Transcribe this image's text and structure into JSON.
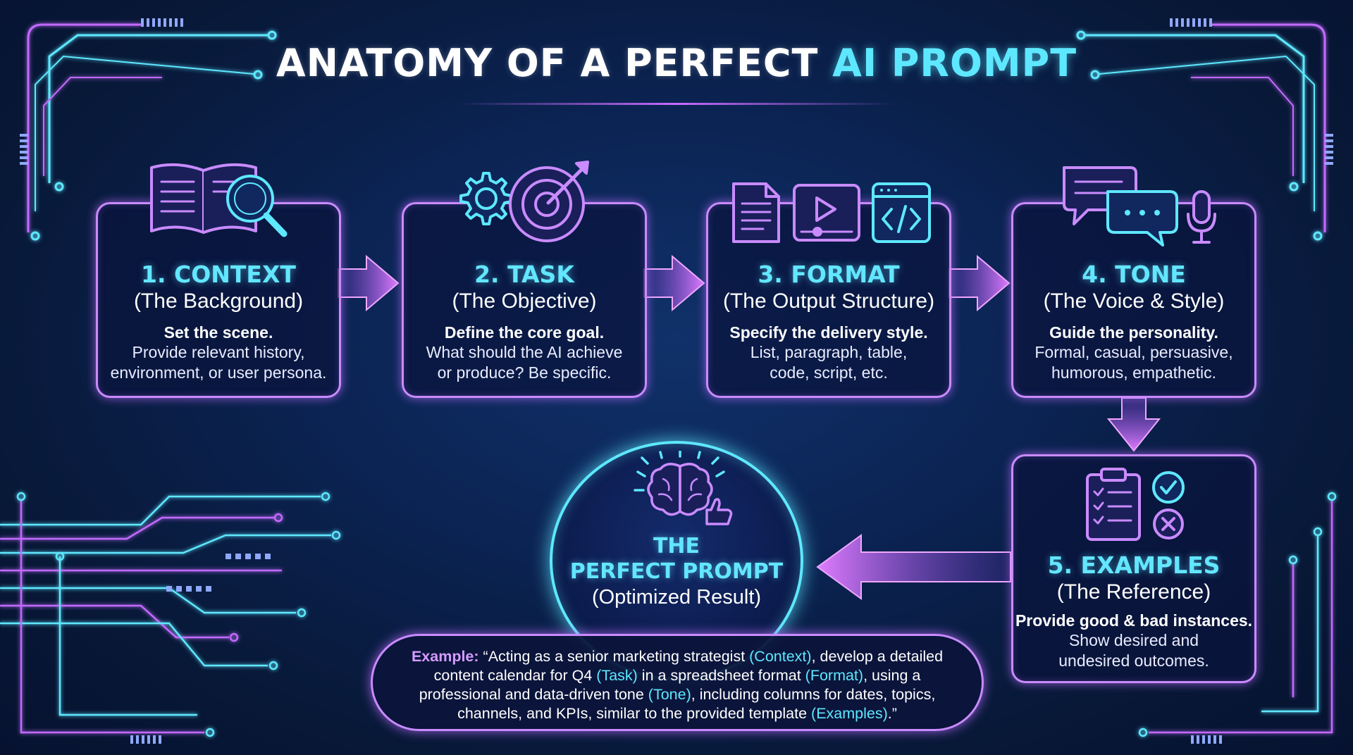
{
  "title": {
    "main": "ANATOMY OF A PERFECT ",
    "highlight": "AI PROMPT"
  },
  "steps": [
    {
      "title": "1. CONTEXT",
      "subtitle": "(The Background)",
      "lead": "Set the scene.",
      "desc1": "Provide relevant history,",
      "desc2": "environment, or user persona.",
      "icon": "book-magnifier-icon"
    },
    {
      "title": "2. TASK",
      "subtitle": "(The Objective)",
      "lead": "Define the core goal.",
      "desc1": "What should the AI achieve",
      "desc2": "or produce? Be specific.",
      "icon": "gear-target-icon"
    },
    {
      "title": "3. FORMAT",
      "subtitle": "(The Output Structure)",
      "lead": "Specify the delivery style.",
      "desc1": "List, paragraph, table,",
      "desc2": "code, script, etc.",
      "icon": "document-video-code-icon"
    },
    {
      "title": "4. TONE",
      "subtitle": "(The Voice & Style)",
      "lead": "Guide the personality.",
      "desc1": "Formal, casual, persuasive,",
      "desc2": "humorous, empathetic.",
      "icon": "chat-microphone-icon"
    },
    {
      "title": "5. EXAMPLES",
      "subtitle": "(The Reference)",
      "lead": "Provide good & bad instances.",
      "desc1": "Show desired and",
      "desc2": "undesired outcomes.",
      "icon": "clipboard-check-cross-icon"
    }
  ],
  "result": {
    "line1": "THE",
    "line2": "PERFECT PROMPT",
    "subtitle": "(Optimized Result)",
    "icon": "brain-thumbs-up-icon"
  },
  "example": {
    "label": "Example:",
    "part1": " “Acting as a senior marketing strategist ",
    "tag1": "(Context)",
    "part2": ", develop a detailed content calendar for Q4 ",
    "tag2": "(Task)",
    "part3": " in a spreadsheet format ",
    "tag3": "(Format)",
    "part4": ", using a professional and data-driven tone ",
    "tag4": "(Tone)",
    "part5": ", including columns for dates, topics, channels, and KPIs, similar to the provided template ",
    "tag5": "(Examples)",
    "part6": ".”"
  },
  "colors": {
    "cyan": "#5ee8ff",
    "purple": "#c98bff",
    "magenta": "#d86bff",
    "background": "#0b2352"
  }
}
